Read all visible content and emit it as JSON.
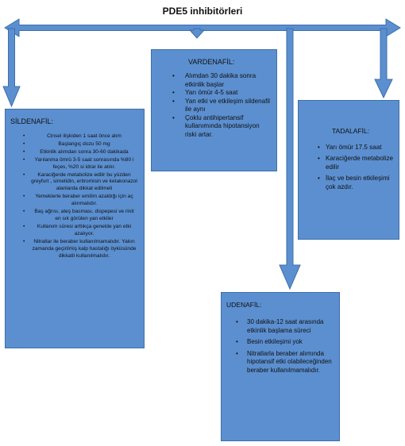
{
  "title": "PDE5 inhibitörleri",
  "colors": {
    "box_fill": "#5b8fd0",
    "box_border": "#3f6fa9",
    "arrow_fill": "#5b8fd0",
    "arrow_stroke": "#3e6fa8"
  },
  "sildenafil": {
    "heading": "SİLDENAFİL:",
    "items": [
      "Cinsel ilişkiden 1 saat önce alım",
      "Başlangıç dozu 50 mg",
      "Etkinlik alımdan sonra 30-60 dakikada",
      "Yarılanma ömrü 3-5 saat sonrasında %80 i feçes, %20 si idrar ile atılır.",
      "Karaciğerde metabolize edilir bu yüzden greyfurt , simetidin, eritromisin ve ketakonazol alanlarda dikkat edilmeli",
      "Yemeklerle beraber emilim azaldığı için aç alınmalıdır.",
      "Baş ağrısı, ateş basması, dispepesi ve rinit en sık görülen yan etkiler",
      "Kullanım süresi arttıkça genelde yan etki azalıyor.",
      "Nitratlar ile beraber kullanılmamalıdır. Yakın zamanda geçirilmiş kalp hastalığı öyküsünde dikkatli kullanılmalıdır."
    ]
  },
  "vardenafil": {
    "heading": "VARDENAFİL:",
    "items": [
      "Alımdan 30 dakika sonra etkinlik başlar",
      "Yarı ömür 4-5 saat",
      "Yan etki ve etkileşim sildenafil ile aynı",
      "Çoklu antihipertansif kullanımında hipotansiyon riski artar."
    ]
  },
  "tadalafil": {
    "heading": "TADALAFİL:",
    "items": [
      "Yarı ömür 17.5 saat",
      "Karaciğerde metabolize edilir",
      "İlaç ve besin etkileşimi çok azdır."
    ]
  },
  "udenafil": {
    "heading": "UDENAFİL:",
    "items": [
      "30 dakika-12 saat arasında etkinlik başlama süreci",
      "Besin etkileşimi yok",
      "Nitratlarla beraber alımında hipotansif etki olabileceğinden beraber kullanılmamalıdır."
    ]
  }
}
